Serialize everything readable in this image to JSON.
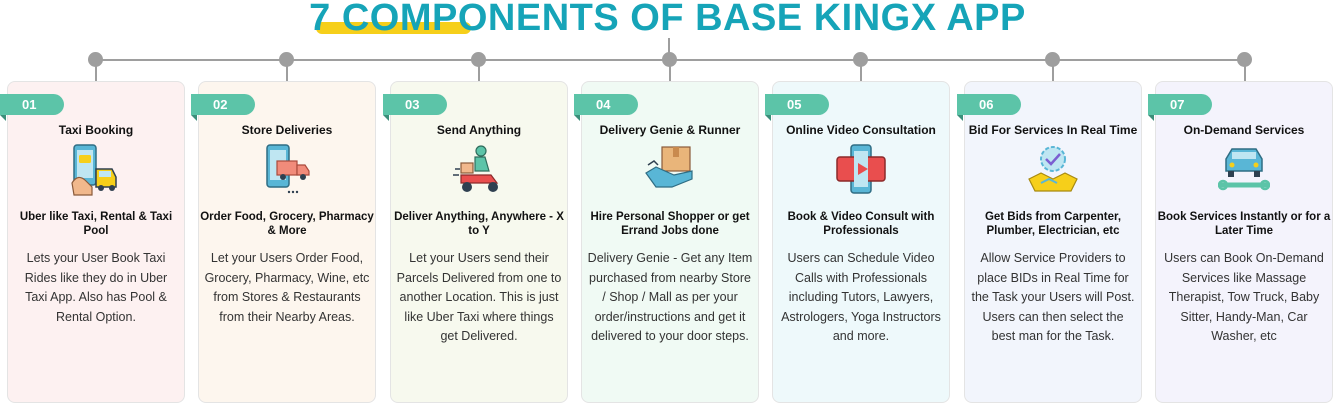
{
  "title": "7 COMPONENTS OF BASE KINGX APP",
  "colors": {
    "title": "#16a4b8",
    "title_highlight": "#f6cf1a",
    "badge": "#5cc4a8",
    "timeline": "#9e9e9e"
  },
  "cards": [
    {
      "num": "01",
      "title": "Taxi Booking",
      "icon": "taxi-booking-icon",
      "subtitle": "Uber like Taxi, Rental & Taxi Pool",
      "description": "Lets your User Book Taxi Rides like they do in Uber Taxi App. Also has Pool & Rental Option.",
      "bg": "#fdf1f1"
    },
    {
      "num": "02",
      "title": "Store Deliveries",
      "icon": "store-delivery-icon",
      "subtitle": "Order Food, Grocery, Pharmacy & More",
      "description": "Let your Users Order Food, Grocery, Pharmacy, Wine, etc from Stores & Restaurants from their Nearby Areas.",
      "bg": "#fdf6ee"
    },
    {
      "num": "03",
      "title": "Send Anything",
      "icon": "courier-scooter-icon",
      "subtitle": "Deliver Anything, Anywhere - X to Y",
      "description": "Let your Users send their Parcels Delivered from one to another Location. This is just like Uber Taxi where things get Delivered.",
      "bg": "#f7f9ee"
    },
    {
      "num": "04",
      "title": "Delivery Genie & Runner",
      "icon": "parcel-hand-icon",
      "subtitle": "Hire Personal Shopper or get Errand Jobs done",
      "description": "Delivery Genie - Get any Item purchased from nearby Store / Shop / Mall as per your order/instructions and get it delivered to your door steps.",
      "bg": "#f0faf4"
    },
    {
      "num": "05",
      "title": "Online Video Consultation",
      "icon": "video-call-icon",
      "subtitle": "Book & Video Consult with Professionals",
      "description": "Users can Schedule Video Calls with Professionals including Tutors, Lawyers, Astrologers, Yoga Instructors and more.",
      "bg": "#eef9fb"
    },
    {
      "num": "06",
      "title": "Bid For Services In Real Time",
      "icon": "handshake-bid-icon",
      "subtitle": "Get Bids from Carpenter, Plumber, Electrician, etc",
      "description": "Allow Service Providers to place BIDs in Real Time for the Task your Users will Post. Users can then select the best man for the Task.",
      "bg": "#f2f5fc"
    },
    {
      "num": "07",
      "title": "On-Demand Services",
      "icon": "car-wrench-icon",
      "subtitle": "Book Services Instantly or for a Later Time",
      "description": "Users can Book On-Demand Services like Massage Therapist, Tow Truck, Baby Sitter, Handy-Man, Car Washer, etc",
      "bg": "#f4f3fc"
    }
  ]
}
